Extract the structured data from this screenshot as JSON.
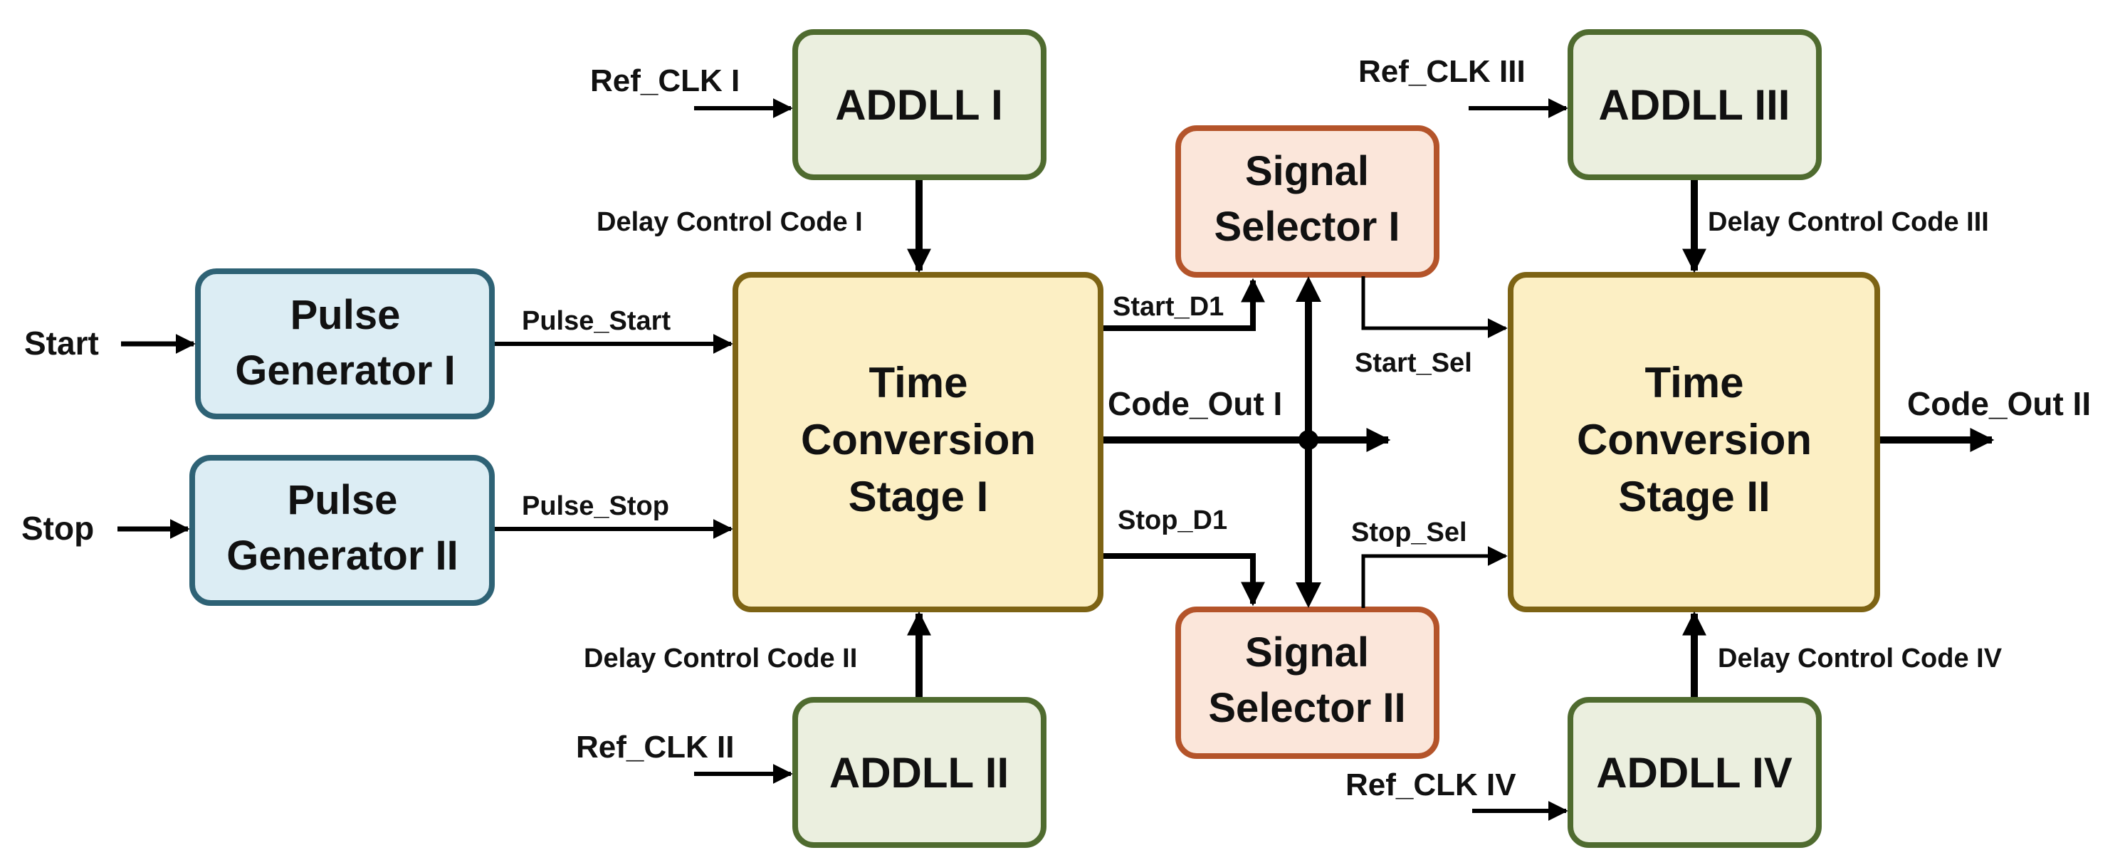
{
  "blocks": {
    "pulse_gen_1": [
      "Pulse",
      "Generator I"
    ],
    "pulse_gen_2": [
      "Pulse",
      "Generator II"
    ],
    "tcs_1": [
      "Time",
      "Conversion",
      "Stage I"
    ],
    "tcs_2": [
      "Time",
      "Conversion",
      "Stage II"
    ],
    "addll_1": "ADDLL I",
    "addll_2": "ADDLL II",
    "addll_3": "ADDLL III",
    "addll_4": "ADDLL IV",
    "sel_1": [
      "Signal",
      "Selector I"
    ],
    "sel_2": [
      "Signal",
      "Selector II"
    ]
  },
  "signals": {
    "start": "Start",
    "stop": "Stop",
    "pulse_start": "Pulse_Start",
    "pulse_stop": "Pulse_Stop",
    "ref_clk_1": "Ref_CLK I",
    "ref_clk_2": "Ref_CLK II",
    "ref_clk_3": "Ref_CLK III",
    "ref_clk_4": "Ref_CLK IV",
    "dcc_1": "Delay Control Code I",
    "dcc_2": "Delay Control Code II",
    "dcc_3": "Delay Control Code III",
    "dcc_4": "Delay Control Code IV",
    "start_d1": "Start_D1",
    "stop_d1": "Stop_D1",
    "code_out_1": "Code_Out I",
    "code_out_2": "Code_Out II",
    "start_sel": "Start_Sel",
    "stop_sel": "Stop_Sel"
  },
  "colors": {
    "pulse_fill": "#dcedf4",
    "pulse_stroke": "#2e6275",
    "tcs_fill": "#fcefc4",
    "tcs_stroke": "#7d6314",
    "addll_fill": "#ebefdf",
    "addll_stroke": "#4f6b2f",
    "sel_fill": "#fbe6da",
    "sel_stroke": "#b4542a"
  }
}
